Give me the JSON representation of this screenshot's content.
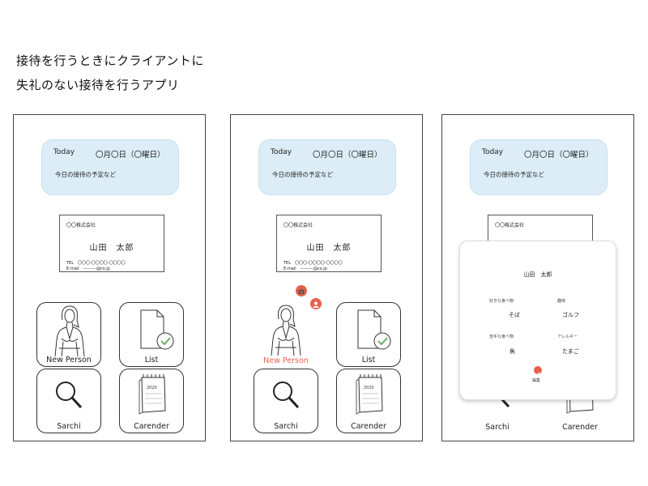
{
  "heading": {
    "line1": "接待を行うときにクライアントに",
    "line2": "失礼のない接待を行うアプリ"
  },
  "today": {
    "label": "Today",
    "date": "〇月〇日（〇曜日）",
    "schedule": "今日の接待の予定など"
  },
  "business_card": {
    "company": "〇〇株式会社",
    "name": "山田　太郎",
    "tel": "TEL　〇〇〇-〇〇〇〇-〇〇〇〇",
    "email": "E-mail　---------@co.jp"
  },
  "tiles": {
    "new_person": "New Person",
    "list": "List",
    "search": "Sarchi",
    "calendar": "Carender"
  },
  "calendar_year": "2020",
  "profile": {
    "name": "山田　太郎",
    "fav_food_label": "好きな食べ物",
    "fav_food": "そば",
    "hobby_label": "趣味",
    "hobby": "ゴルフ",
    "dislike_food_label": "苦手な食べ物",
    "dislike_food": "魚",
    "allergy_label": "アレルギー",
    "allergy": "たまご",
    "edit_label": "編集"
  },
  "colors": {
    "accent": "#e8604c",
    "today_bg": "#dcedf7",
    "check": "#5bab5e"
  }
}
